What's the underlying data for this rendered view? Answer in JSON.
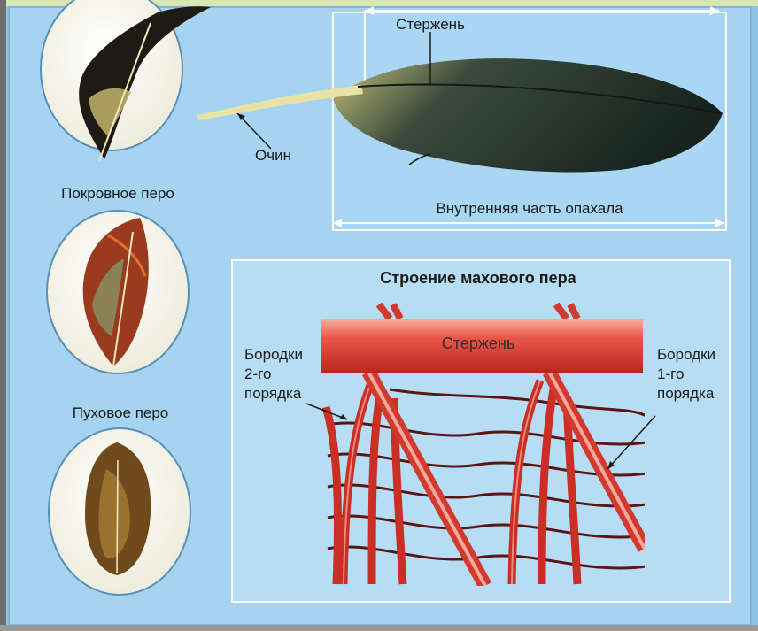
{
  "colors": {
    "background": "#8fc3e8",
    "panel": "#a9d6f2",
    "inset_panel": "#b7ddf4",
    "shaft": "#e04b3f",
    "barb": "#c92f25",
    "barbule": "#6b1a16",
    "feather_dark": "#243833",
    "quill": "#e9e2a5"
  },
  "labels": {
    "shaft_top": "Стержень",
    "calamus": "Очин",
    "inner_vane": "Внутренняя часть опахала",
    "contour_feather": "Покровное перо",
    "down_feather": "Пуховое перо",
    "structure_title": "Строение махового пера",
    "shaft_inset": "Стержень",
    "barbs_2nd": "Бородки\n2-го\nпорядка",
    "barbs_1st": "Бородки\n1-го\nпорядка"
  },
  "icons": [
    "flight-feather-image",
    "contour-feather-image",
    "down-feather-image",
    "top-feather-image"
  ]
}
